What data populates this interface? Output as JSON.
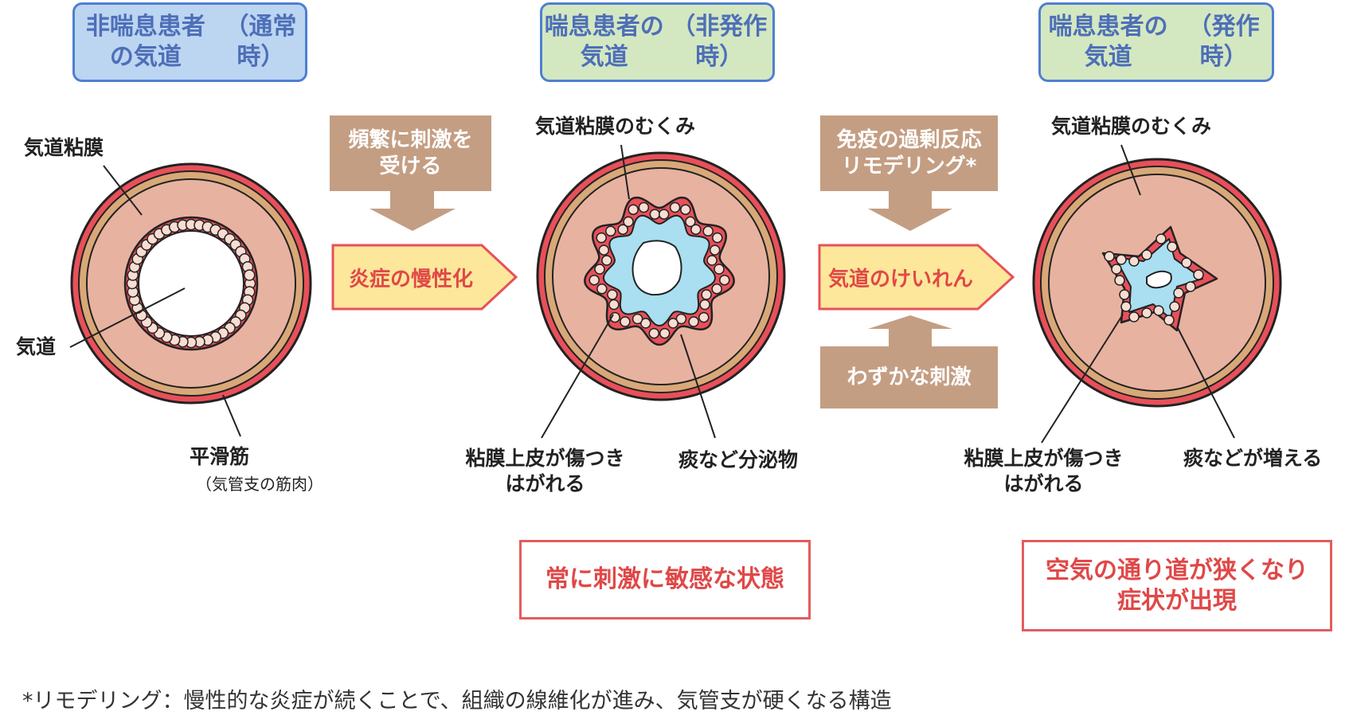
{
  "titles": {
    "normal": {
      "line1": "非喘息患者の気道",
      "line2": "（通常時）"
    },
    "asthma_stable": {
      "line1": "喘息患者の気道",
      "line2": "（非発作時）"
    },
    "asthma_attack": {
      "line1": "喘息患者の気道",
      "line2": "（発作時）"
    }
  },
  "labels": {
    "mucosa": "気道粘膜",
    "airway": "気道",
    "smooth_muscle": "平滑筋",
    "smooth_muscle_sub": "（気管支の筋肉）",
    "edema_1": "気道粘膜のむくみ",
    "epithelium_1_line1": "粘膜上皮が傷つき",
    "epithelium_1_line2": "はがれる",
    "secretion": "痰など分泌物",
    "edema_2": "気道粘膜のむくみ",
    "epithelium_2_line1": "粘膜上皮が傷つき",
    "epithelium_2_line2": "はがれる",
    "phlegm_increase": "痰などが増える"
  },
  "process": {
    "stimulus_top_line1": "頻繁に刺激を",
    "stimulus_top_line2": "受ける",
    "chronic": "炎症の慢性化",
    "immune_line1": "免疫の過剰反応",
    "immune_line2": "リモデリング*",
    "spasm": "気道のけいれん",
    "slight_stimulus": "わずかな刺激"
  },
  "results": {
    "sensitive": "常に刺激に敏感な状態",
    "symptom_line1": "空気の通り道が狭くなり",
    "symptom_line2": "症状が出現"
  },
  "footnote": "*リモデリング：慢性的な炎症が続くことで、組織の線維化が進み、気管支が硬くなる構造",
  "colors": {
    "outer_red": "#e8505a",
    "smooth_muscle": "#d9a878",
    "mucosa": "#e8b2a0",
    "epithelium_cell": "#f7ddd2",
    "secretion": "#a9dff0",
    "brown_box": "#c49e83",
    "yellow_arrow": "#fde79a",
    "title_blue": "#bcd5f1",
    "title_green": "#d3e8c1"
  }
}
